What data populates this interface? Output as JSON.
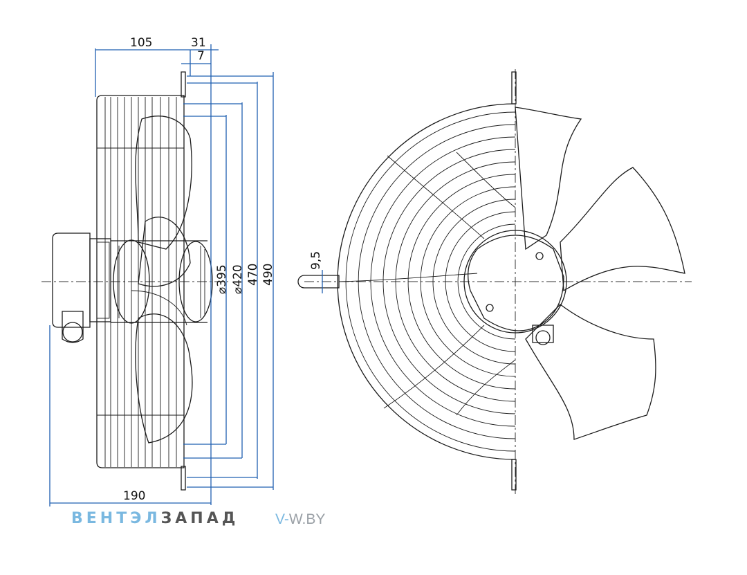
{
  "dimensions": {
    "d105": "105",
    "d31": "31",
    "d7": "7",
    "d395": "⌀395",
    "d420": "⌀420",
    "d470": "470",
    "d490": "490",
    "d190": "190",
    "d95": "9,5"
  },
  "watermark": {
    "brand_part1": "ВЕНТЭЛ",
    "brand_part2": "ЗАПАД",
    "url_part1": "V-",
    "url_part2": "W.BY"
  },
  "colors": {
    "dimension_line": "#1f5fb0",
    "ink": "#1a1a1a",
    "watermark_light": "#7ab8e0",
    "watermark_dark": "#555555"
  }
}
